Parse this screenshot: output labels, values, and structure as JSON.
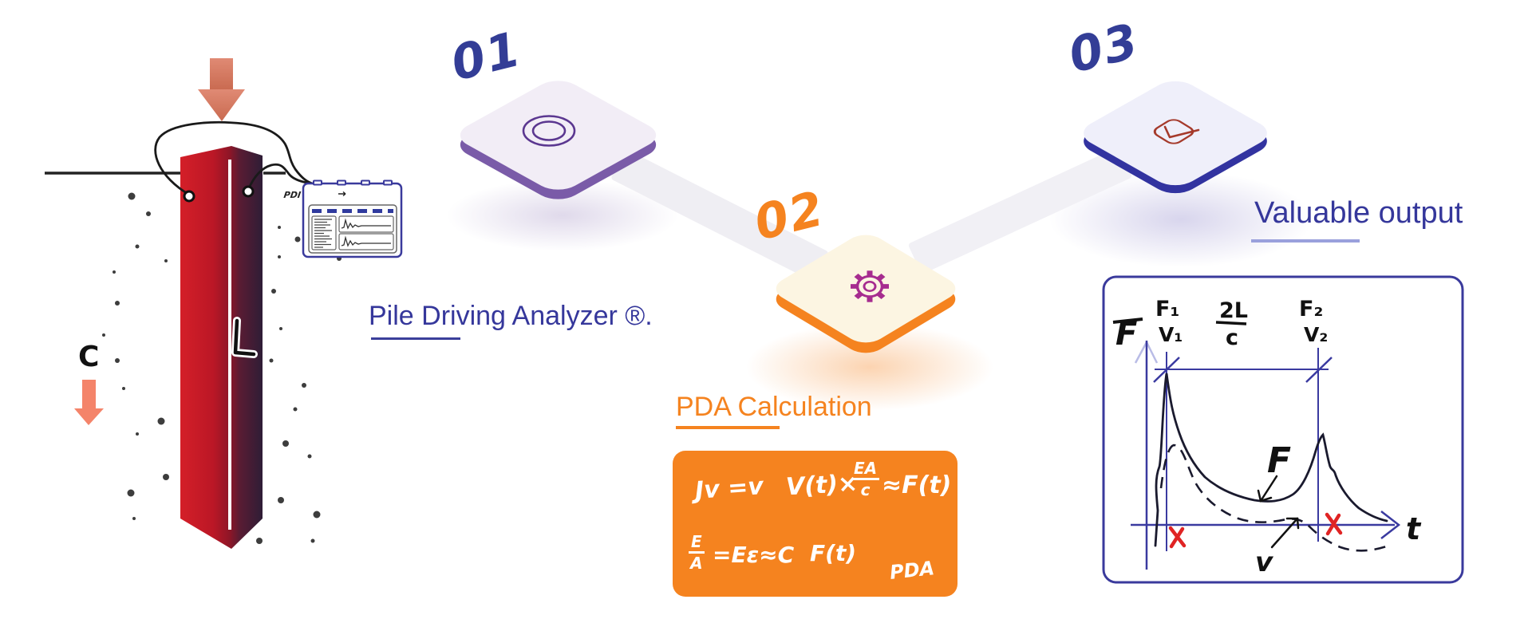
{
  "steps": {
    "s1": {
      "number": "01",
      "label": "Pile Driving Analyzer ®."
    },
    "s2": {
      "number": "02",
      "label": "PDA Calculation"
    },
    "s3": {
      "number": "03",
      "label": "Valuable output"
    }
  },
  "pile": {
    "c_label": "C",
    "device_logo": "PDI"
  },
  "formulas": {
    "f1": "Jv =v",
    "f2_pre": "V(t)×",
    "f2_num": "EA",
    "f2_den": "c",
    "f2_post": "≈F(t)",
    "f3_num": "E",
    "f3_den": "A",
    "f3_rest": "=Eε≈C",
    "f4": "F(t)",
    "f5": "PDA"
  },
  "output_chart": {
    "type": "hand-drawn force/velocity vs time sketch",
    "y_axis": "F",
    "x_axis": "t",
    "peak1_force": "F₁",
    "peak1_velocity": "V₁",
    "interval_num": "2L",
    "interval_den": "c",
    "peak2_force": "F₂",
    "peak2_velocity": "V₂",
    "force_curve_label": "F",
    "velocity_curve_label": "v"
  },
  "colors": {
    "blue_text": "#35379b",
    "orange": "#f5831f",
    "purple_edge": "#7a5ba8",
    "tile1_top": "#f2edf6",
    "tile2_top": "#fcf5e2",
    "tile3_top": "#efeffa",
    "tile3_edge": "#3233a0",
    "gear_magenta": "#a62c8f",
    "icon_brick": "#a53a2b",
    "red_x": "#e02424"
  }
}
